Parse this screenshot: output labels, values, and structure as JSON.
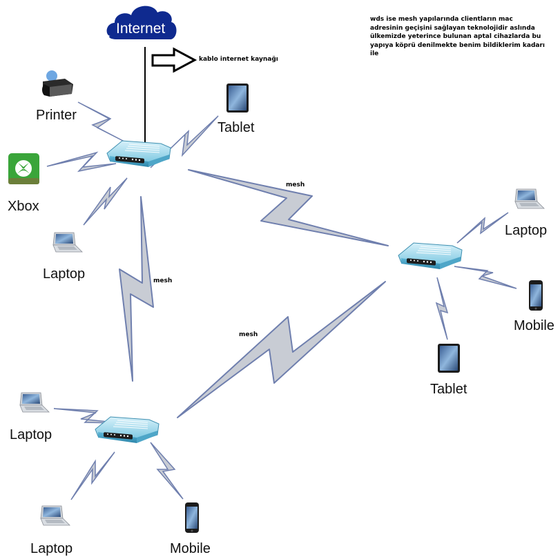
{
  "diagram": {
    "title": "WDS mesh network diagram",
    "internet": {
      "label": "Internet",
      "icon": "cloud-icon",
      "color": "#0f2a8f"
    },
    "cable_arrow": {
      "label": "kablo internet kaynağı",
      "icon": "arrow-right-outline-icon"
    },
    "note_lines": [
      "wds ise mesh yapılarında  clientların  mac",
      "adresinin  geçişini sağlayan teknolojidir aslında",
      "ülkemizde yeterince bulunan aptal cihazlarda bu",
      "yapıya köprü denilmekte benim bildiklerim kadarı",
      "ile"
    ],
    "mesh_labels": [
      "mesh",
      "mesh",
      "mesh"
    ],
    "routers": [
      {
        "id": "router-main",
        "clients": [
          {
            "label": "Printer",
            "icon": "printer-icon"
          },
          {
            "label": "Tablet",
            "icon": "tablet-icon"
          },
          {
            "label": "Xbox",
            "icon": "xbox-icon"
          },
          {
            "label": "Laptop",
            "icon": "laptop-icon"
          }
        ]
      },
      {
        "id": "router-right",
        "clients": [
          {
            "label": "Laptop",
            "icon": "laptop-icon"
          },
          {
            "label": "Mobile",
            "icon": "mobile-icon"
          },
          {
            "label": "Tablet",
            "icon": "tablet-icon"
          }
        ]
      },
      {
        "id": "router-bottom-left",
        "clients": [
          {
            "label": "Laptop",
            "icon": "laptop-icon"
          },
          {
            "label": "Laptop",
            "icon": "laptop-icon"
          },
          {
            "label": "Mobile",
            "icon": "mobile-icon"
          }
        ]
      }
    ],
    "colors": {
      "bolt_fill": "#c8ccd4",
      "bolt_stroke": "#6f7fae",
      "router_body": "#8fd0e6",
      "xbox_green": "#3aa53a"
    }
  }
}
